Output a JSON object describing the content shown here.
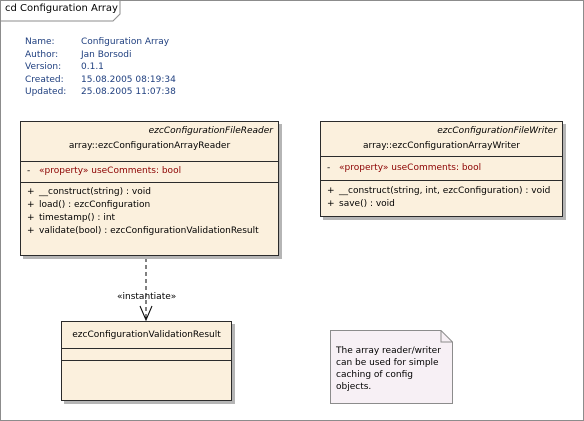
{
  "frame": {
    "title": "cd Configuration Array"
  },
  "metadata": [
    {
      "key": "Name:",
      "value": "Configuration Array"
    },
    {
      "key": "Author:",
      "value": "Jan Borsodi"
    },
    {
      "key": "Version:",
      "value": "0.1.1"
    },
    {
      "key": "Created:",
      "value": "15.08.2005 08:19:34"
    },
    {
      "key": "Updated:",
      "value": "25.08.2005 11:07:38"
    }
  ],
  "reader": {
    "stereotype": "ezcConfigurationFileReader",
    "name": "array::ezcConfigurationArrayReader",
    "attributes": [
      {
        "vis": "-",
        "text": "«property» useComments:  bool"
      }
    ],
    "operations": [
      {
        "vis": "+",
        "text": "__construct(string) : void"
      },
      {
        "vis": "+",
        "text": "load() : ezcConfiguration"
      },
      {
        "vis": "+",
        "text": "timestamp() : int"
      },
      {
        "vis": "+",
        "text": "validate(bool) : ezcConfigurationValidationResult"
      }
    ]
  },
  "writer": {
    "stereotype": "ezcConfigurationFileWriter",
    "name": "array::ezcConfigurationArrayWriter",
    "attributes": [
      {
        "vis": "-",
        "text": "«property» useComments:  bool"
      }
    ],
    "operations": [
      {
        "vis": "+",
        "text": "__construct(string, int, ezcConfiguration) : void"
      },
      {
        "vis": "+",
        "text": "save() : void"
      }
    ]
  },
  "result": {
    "name": "ezcConfigurationValidationResult"
  },
  "dependency": {
    "label": "«instantiate»"
  },
  "note": {
    "lines": [
      "The array reader/writer",
      "can be used for simple",
      "caching of config",
      "objects."
    ]
  },
  "colors": {
    "class_fill": "#fbf0dd",
    "attribute_text": "#8b0000",
    "metadata_text": "#1f3f7f",
    "note_fill": "#f7f0f5"
  }
}
